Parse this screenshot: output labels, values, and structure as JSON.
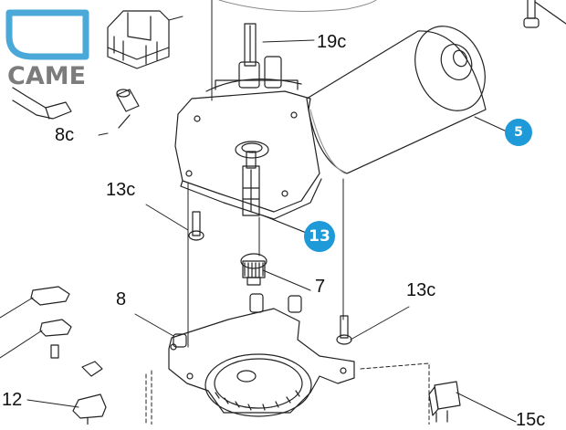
{
  "brand": {
    "logo_text": "CAME",
    "color": "#4aa9d8",
    "text_color": "#7c7c7c"
  },
  "part_labels": {
    "p19c": "19c",
    "p8c": "8c",
    "p13c_upper": "13c",
    "p13c_right": "13c",
    "p7": "7",
    "p8": "8",
    "p12": "12",
    "p15c": "15c"
  },
  "badges": {
    "b5": "5",
    "b13": "13",
    "color": "#1e9ad8"
  }
}
